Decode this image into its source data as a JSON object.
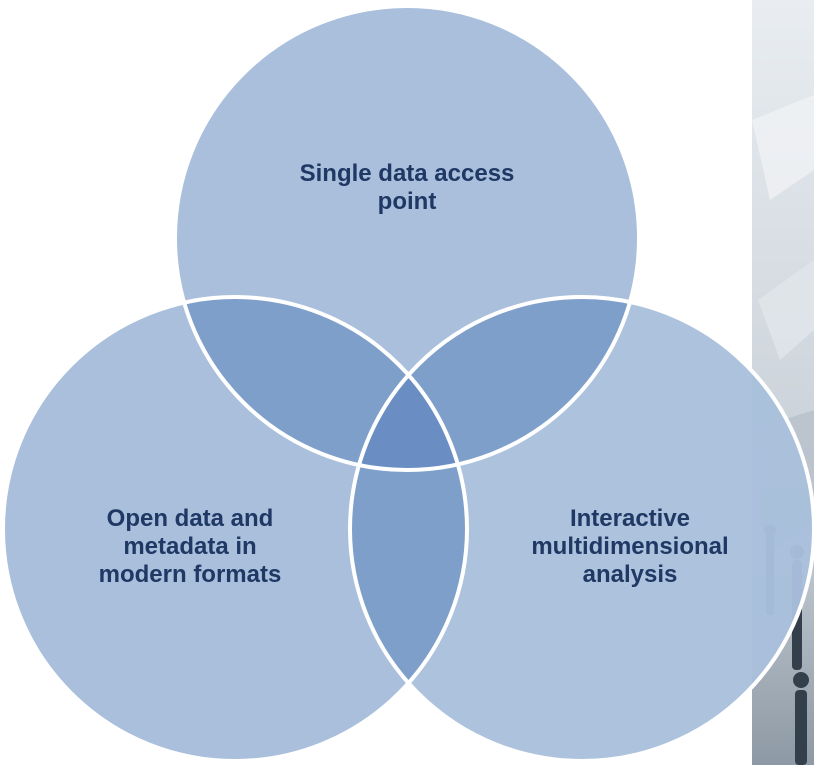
{
  "diagram": {
    "type": "venn",
    "circles": [
      {
        "id": "top",
        "lines": [
          "Single data access",
          "point"
        ]
      },
      {
        "id": "left",
        "lines": [
          "Open data and",
          "metadata in",
          "modern formats"
        ]
      },
      {
        "id": "right",
        "lines": [
          "Interactive",
          "multidimensional",
          "analysis"
        ]
      }
    ]
  },
  "colors": {
    "circle_fill": "#a9bfdc",
    "overlap_fill": "#7f9fcb",
    "center_fill": "#6a8ec4",
    "circle_stroke": "#ffffff",
    "label_color": "#1f3864"
  }
}
